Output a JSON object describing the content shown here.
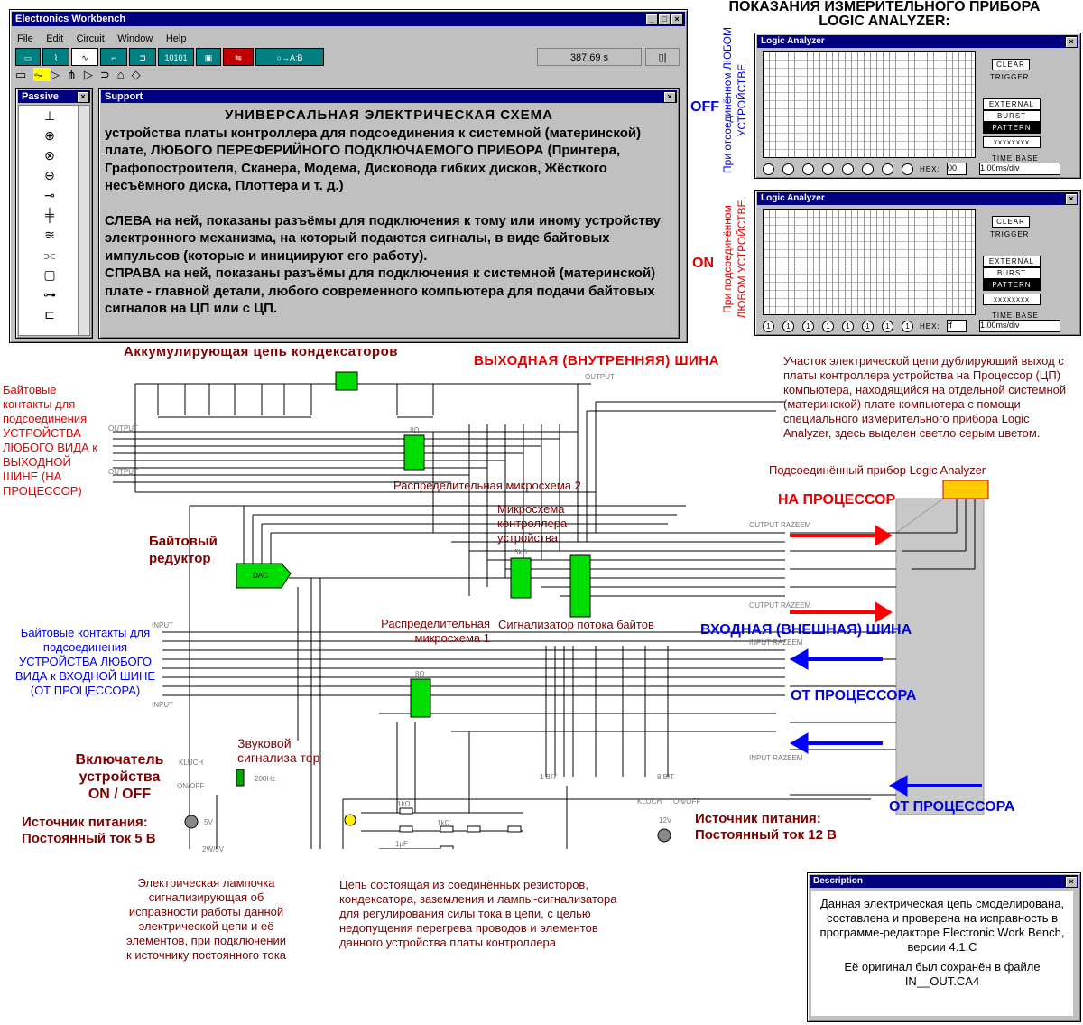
{
  "ewb": {
    "title": "Electronics Workbench",
    "menu": [
      "File",
      "Edit",
      "Circuit",
      "Window",
      "Help"
    ],
    "time_display": "387.69 s",
    "pause_icon": "pause-switch-icon",
    "parts_bin_title": "Passive",
    "support_title": "Support",
    "support_heading": "УНИВЕРСАЛЬНАЯ ЭЛЕКТРИЧЕСКАЯ СХЕМА",
    "support_p1": "устройства платы контроллера для подсоединения к системной (материнской) плате, ЛЮБОГО ПЕРЕФЕРИЙНОГО ПОДКЛЮЧАЕМОГО ПРИБОРА (Принтера, Графопостроителя, Сканера, Модема, Дисковода гибких дисков, Жёсткого несъёмного диска, Плоттера и т. д.)",
    "support_p2": "СЛЕВА на ней, показаны разъёмы для подключения к тому или иному устройству электронного механизма, на который подаются сигналы, в виде байтовых импульсов (которые и инициируют его работу).",
    "support_p3": "СПРАВА на ней, показаны разъёмы для подключения к системной (материнской) плате - главной детали, любого современного компьютера для подачи байтовых сигналов на ЦП или с ЦП."
  },
  "la_header": "ПОКАЗАНИЯ ИЗМЕРИТЕЛЬНОГО ПРИБОРА\nLOGIC ANALYZER:",
  "la": {
    "title": "Logic Analyzer",
    "clear": "CLEAR",
    "trigger": "TRIGGER",
    "external": "EXTERNAL",
    "burst": "BURST",
    "pattern": "PATTERN",
    "xxxx": "xxxxxxxx",
    "hex_label": "HEX:",
    "time_base": "TIME BASE",
    "time_value": "1.00ms/div",
    "off_hex": "00",
    "on_hex": "ff",
    "off_state": "OFF",
    "on_state": "ON",
    "off_caption": "При отсоединённом ЛЮБОМ УСТРОЙСТВЕ",
    "on_caption": "При подсоединённом ЛЮБОМ УСТРОЙСТВЕ",
    "off_bits": "0",
    "on_bits": "1"
  },
  "labels": {
    "capacitor_chain": "Аккумулирующая цепь кондексаторов",
    "output_bus": "ВЫХОДНАЯ (ВНУТРЕННЯЯ) ШИНА",
    "left_out": "Байтовые контакты для подсоединения УСТРОЙСТВА ЛЮБОГО ВИДА к ВЫХОДНОЙ ШИНЕ (НА ПРОЦЕССОР)",
    "dup_section": "Участок электрической цепи дублирующий выход с платы контроллера устройства на Процессор (ЦП) компьютера, находящийся на отдельной системной (материнской) плате компьютера с помощи специального измерительного прибора Logic Analyzer, здесь выделен светло серым цветом.",
    "connected_la": "Подсоединённый прибор Logic Analyzer",
    "chip2": "Распределительная микросхема 2",
    "to_cpu": "НА ПРОЦЕССОР",
    "controller_chip": "Микросхема контроллера устройства",
    "byte_reducer": "Байтовый редуктор",
    "chip1": "Распределительная микросхема 1",
    "signalizer": "Сигнализатор потока байтов",
    "input_bus": "ВХОДНАЯ (ВНЕШНАЯ) ШИНА",
    "left_in": "Байтовые контакты для подсоединения УСТРОЙСТВА ЛЮБОГО ВИДА к ВХОДНОЙ ШИНЕ (ОТ ПРОЦЕССОРА)",
    "from_cpu_1": "ОТ ПРОЦЕССОРА",
    "from_cpu_2": "ОТ ПРОЦЕССОРА",
    "sound": "Звуковой сигнализа тор",
    "switch": "Включатель устройства ON / OFF",
    "psu5": "Источник питания: Постоянный ток 5 В",
    "psu12": "Источник питания: Постоянный ток 12 В",
    "lamp": "Электрическая лампочка сигнализирующая об исправности работы данной электрической цепи и её элементов, при подключении к источнику постоянного тока",
    "resistors": "Цепь состоящая из соединённых резисторов, кондексатора, заземления и лампы-сигнализатора для регулирования силы тока в цепи, с целью недопущения перегрева проводов и элементов данного устройства платы контроллера"
  },
  "wire_labels": {
    "output": "OUTPUT",
    "input": "INPUT",
    "output_razeem": "OUTPUT RAZEEM",
    "input_razeem": "INPUT RAZEEM",
    "klyuch": "KLUCH",
    "on_off": "ON/OFF",
    "hz": "200Hz",
    "v5": "5V",
    "v12": "12V",
    "lamp_rating": "2W/5V",
    "dac": "DAC",
    "bit1": "1 BIT",
    "bit8": "8 BIT",
    "r_1k": "1kΩ",
    "r_3k": "3kΩ",
    "r_8": "8Ω",
    "c_1uf": "1μF"
  },
  "description": {
    "title": "Description",
    "text": "Данная электрическая цепь смоделирована, составлена и проверена на исправность в программе-редакторе Electronic Work Bench, версии 4.1.C",
    "text2": "Её оригинал был сохранён в файле IN__OUT.CA4"
  }
}
